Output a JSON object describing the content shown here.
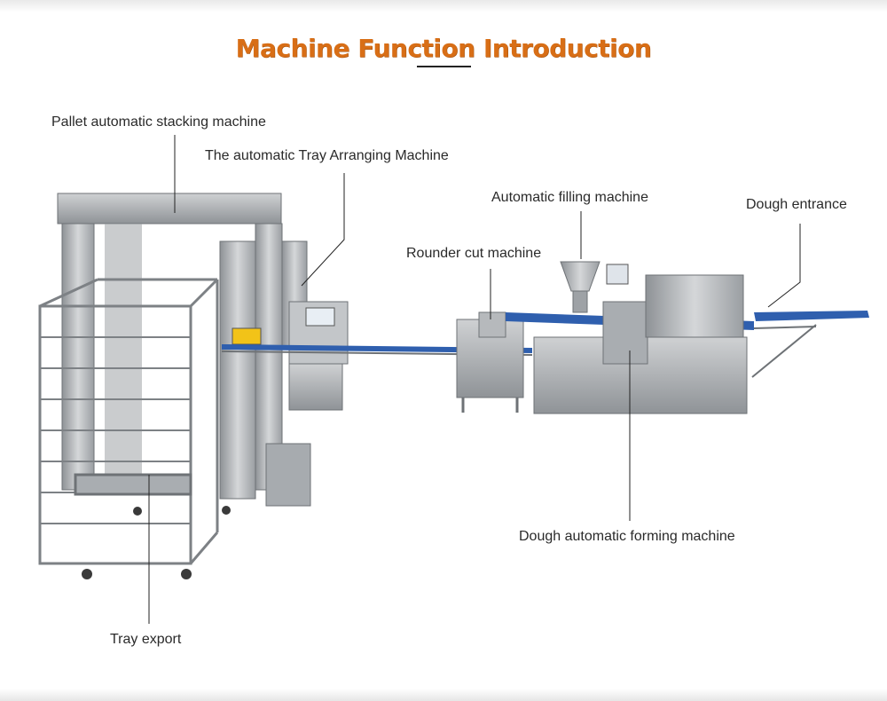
{
  "title": "Machine Function Introduction",
  "labels": {
    "pallet_stacking": "Pallet automatic stacking machine",
    "tray_arranging": "The automatic Tray Arranging Machine",
    "filling": "Automatic filling machine",
    "dough_entrance": "Dough entrance",
    "rounder_cut": "Rounder cut machine",
    "forming": "Dough automatic forming machine",
    "tray_export": "Tray export"
  },
  "colors": {
    "title": "#d86e16",
    "belt": "#2f5fae",
    "steel": "#b9bcbf",
    "warning": "#f2c318"
  }
}
